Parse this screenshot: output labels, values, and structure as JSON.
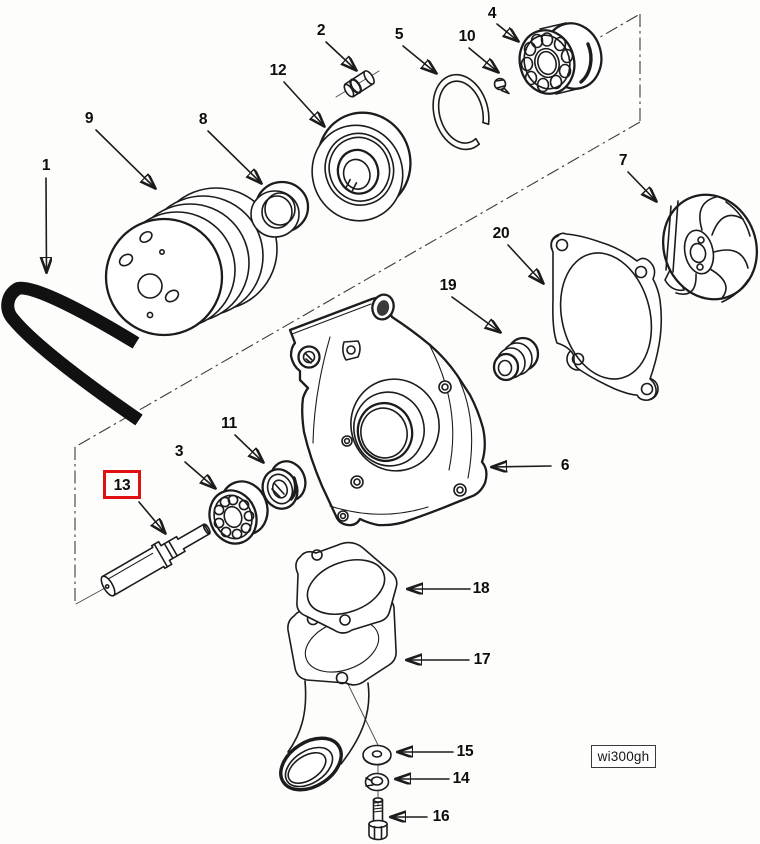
{
  "diagram_title": "water-pump-exploded-parts-diagram",
  "callouts": {
    "1": "1",
    "2": "2",
    "3": "3",
    "4": "4",
    "5": "5",
    "6": "6",
    "7": "7",
    "8": "8",
    "9": "9",
    "10": "10",
    "11": "11",
    "12": "12",
    "13": "13",
    "14": "14",
    "15": "15",
    "16": "16",
    "17": "17",
    "18": "18",
    "19": "19",
    "20": "20"
  },
  "selected_callout": {
    "label": "13",
    "box_color": "#e01010"
  },
  "watermark": {
    "code": "wi300gh"
  },
  "colors": {
    "line": "#1c1c1c",
    "highlight": "#e01010",
    "background": "#ffffff"
  }
}
